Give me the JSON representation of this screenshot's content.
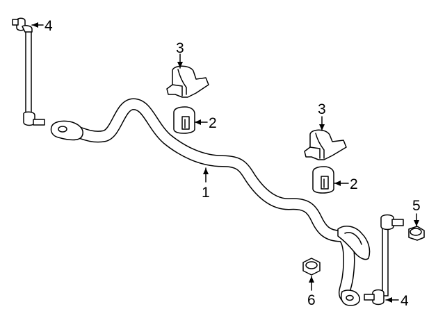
{
  "callouts": [
    {
      "id": "c4a",
      "label": "4"
    },
    {
      "id": "c3a",
      "label": "3"
    },
    {
      "id": "c2a",
      "label": "2"
    },
    {
      "id": "c3b",
      "label": "3"
    },
    {
      "id": "c2b",
      "label": "2"
    },
    {
      "id": "c1",
      "label": "1"
    },
    {
      "id": "c5",
      "label": "5"
    },
    {
      "id": "c6",
      "label": "6"
    },
    {
      "id": "c4b",
      "label": "4"
    }
  ]
}
